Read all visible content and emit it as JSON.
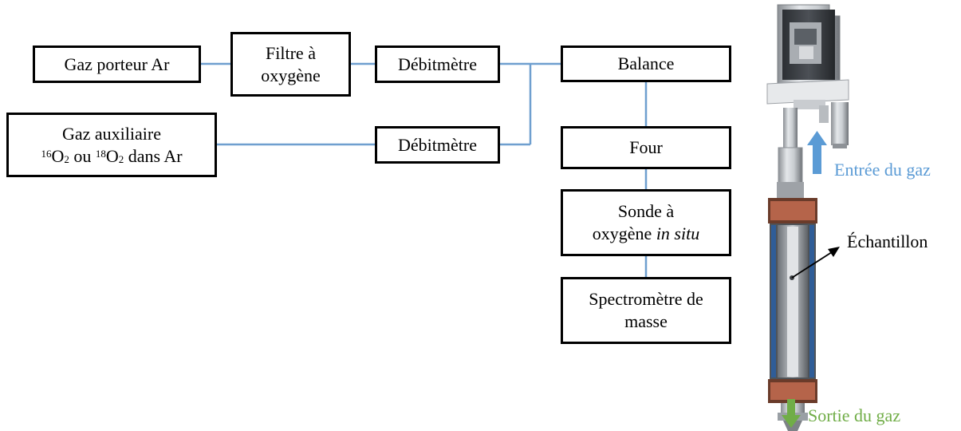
{
  "boxes": {
    "carrier_gas": "Gaz porteur Ar",
    "oxygen_filter": [
      "Filtre à",
      "oxygène"
    ],
    "flowmeter_top": "Débitmètre",
    "auxiliary_gas": {
      "line1": "Gaz auxiliaire",
      "iso16": "16",
      "o": "O",
      "two": "2",
      "ou": " ou ",
      "iso18": "18",
      "dans_ar": " dans Ar"
    },
    "flowmeter_bottom": "Débitmètre",
    "balance": "Balance",
    "furnace": "Four",
    "oxygen_probe": {
      "line1": "Sonde à",
      "line2_main": "oxygène ",
      "line2_italic": "in situ"
    },
    "mass_spectrometer": [
      "Spectromètre de",
      "masse"
    ]
  },
  "apparatus_labels": {
    "gas_inlet": "Entrée du gaz",
    "sample": "Échantillon",
    "gas_outlet": "Sortie du gaz"
  },
  "colors": {
    "connector": "#6f9fcf",
    "inlet": "#5b9bd5",
    "outlet": "#70ad47",
    "box_border": "#000000"
  }
}
